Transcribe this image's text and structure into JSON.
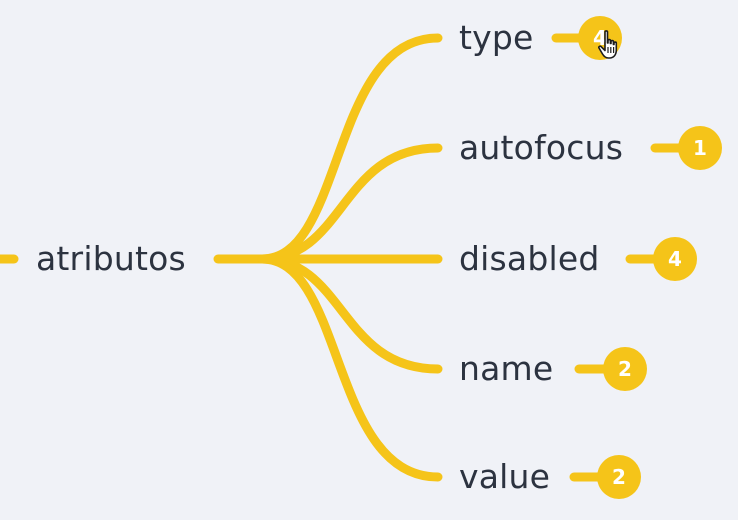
{
  "root": {
    "label": "atributos"
  },
  "branches": [
    {
      "label": "type",
      "count": "4"
    },
    {
      "label": "autofocus",
      "count": "1"
    },
    {
      "label": "disabled",
      "count": "4"
    },
    {
      "label": "name",
      "count": "2"
    },
    {
      "label": "value",
      "count": "2"
    }
  ],
  "colors": {
    "background": "#f0f2f7",
    "connector": "#f5c419",
    "text": "#2c3340",
    "badge_text": "#ffffff"
  },
  "icons": {
    "cursor": "hand-pointer-icon"
  }
}
